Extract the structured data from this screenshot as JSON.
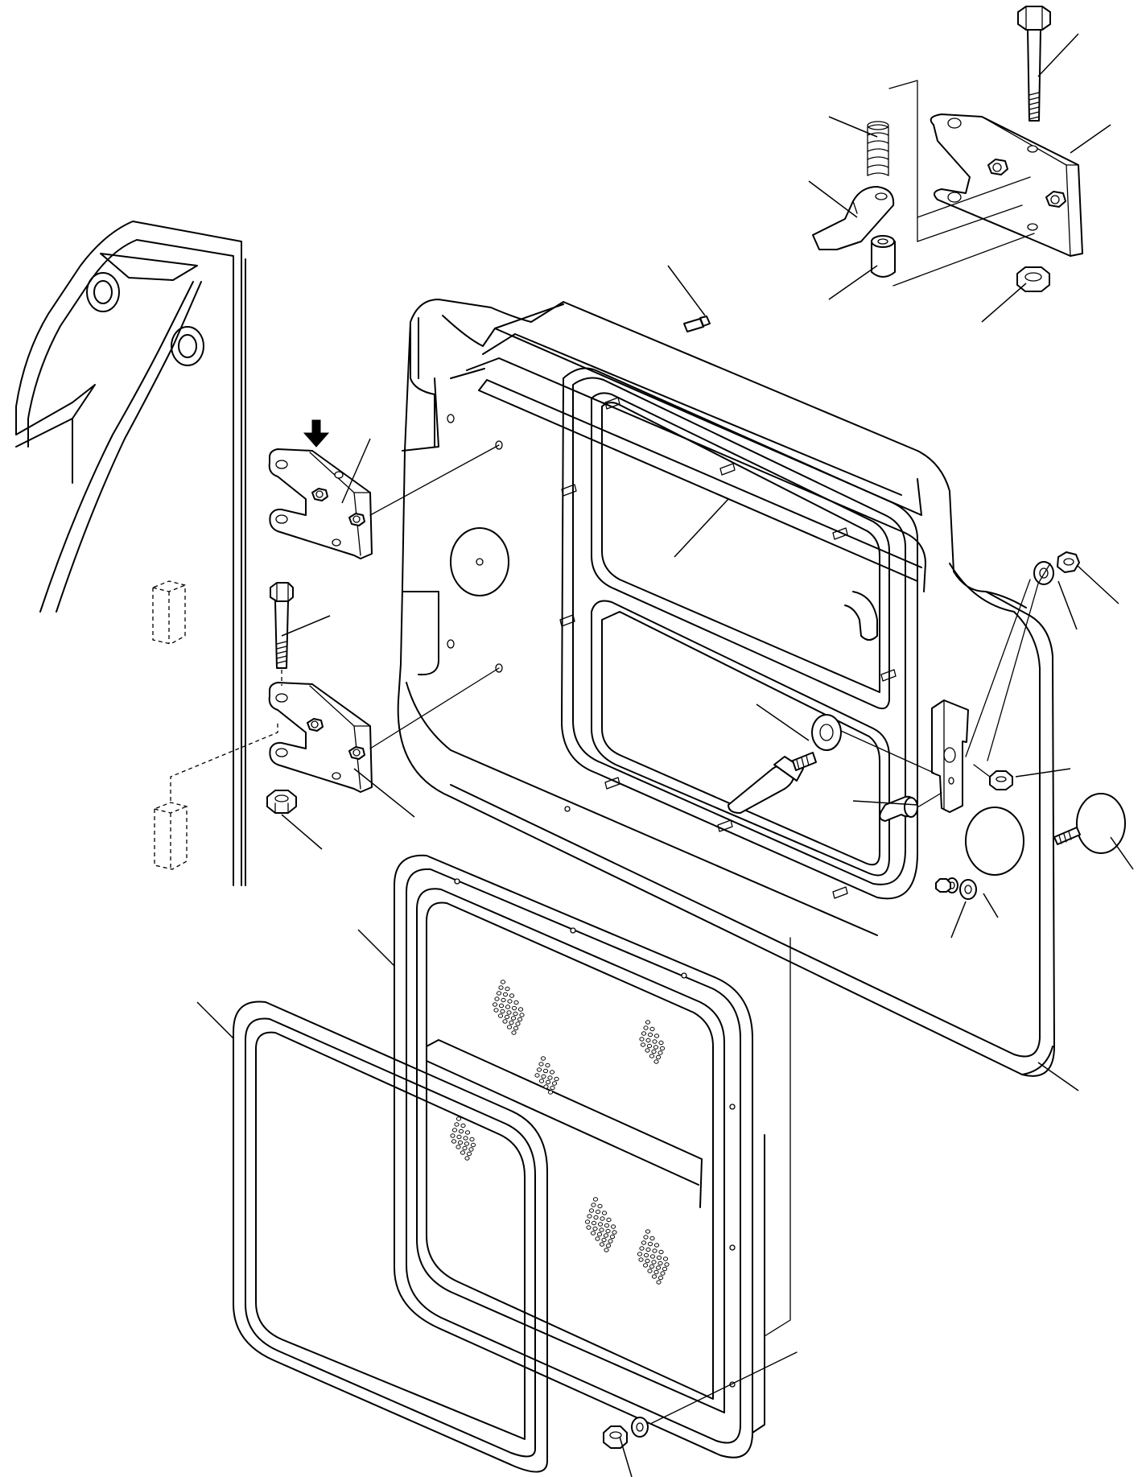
{
  "diagram": {
    "background_color": "#ffffff",
    "line_color": "#000000",
    "parts": [
      {
        "name": "cab-frame-pillar"
      },
      {
        "name": "upper-hinge-bracket"
      },
      {
        "name": "lower-hinge-bracket"
      },
      {
        "name": "hinge-bolt"
      },
      {
        "name": "hinge-nut"
      },
      {
        "name": "spacer-block"
      },
      {
        "name": "side-door-panel"
      },
      {
        "name": "inner-trim-panel"
      },
      {
        "name": "window-seal"
      },
      {
        "name": "door-lock-assembly"
      },
      {
        "name": "lock-spring"
      },
      {
        "name": "lock-lever"
      },
      {
        "name": "lock-collar"
      },
      {
        "name": "latch-striker"
      },
      {
        "name": "door-handle"
      },
      {
        "name": "door-stopper"
      },
      {
        "name": "rubber-bumper"
      }
    ],
    "callouts": [
      {
        "id": "c1"
      },
      {
        "id": "c2"
      },
      {
        "id": "c3"
      },
      {
        "id": "c4"
      },
      {
        "id": "c5"
      },
      {
        "id": "c6"
      },
      {
        "id": "c7"
      },
      {
        "id": "c8"
      },
      {
        "id": "c9"
      },
      {
        "id": "c10"
      },
      {
        "id": "c11"
      },
      {
        "id": "c12"
      },
      {
        "id": "c13"
      },
      {
        "id": "c14"
      },
      {
        "id": "c15"
      },
      {
        "id": "c16"
      },
      {
        "id": "c17"
      },
      {
        "id": "c18"
      },
      {
        "id": "c19"
      },
      {
        "id": "c20"
      },
      {
        "id": "c21"
      },
      {
        "id": "c22"
      },
      {
        "id": "c23"
      },
      {
        "id": "c24"
      }
    ]
  }
}
